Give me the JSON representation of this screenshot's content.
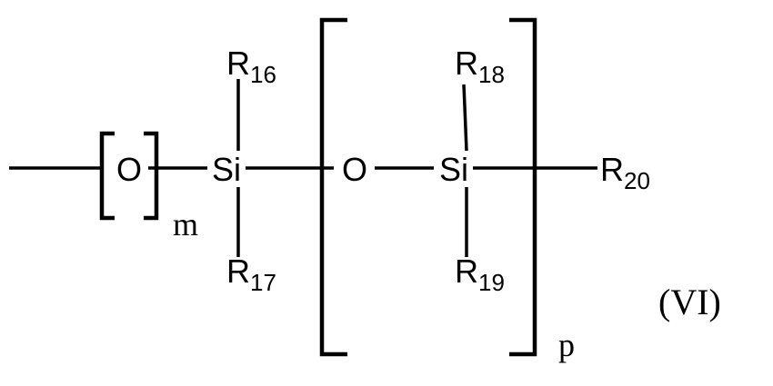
{
  "formula": {
    "oxygen_m": "O",
    "subscript_m": "m",
    "si1": "Si",
    "r16": {
      "main": "R",
      "sub": "16"
    },
    "r17": {
      "main": "R",
      "sub": "17"
    },
    "oxygen_p": "O",
    "si2": "Si",
    "r18": {
      "main": "R",
      "sub": "18"
    },
    "r19": {
      "main": "R",
      "sub": "19"
    },
    "r20": {
      "main": "R",
      "sub": "20"
    },
    "subscript_p": "p",
    "label": "(VI)"
  }
}
